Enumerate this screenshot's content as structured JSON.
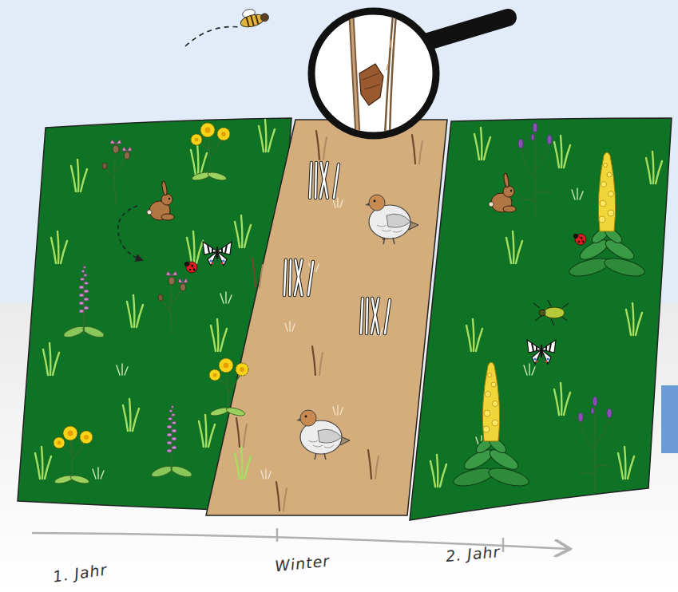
{
  "diagram": {
    "labels": [
      "1. Jahr",
      "Winter",
      "2. Jahr"
    ]
  }
}
